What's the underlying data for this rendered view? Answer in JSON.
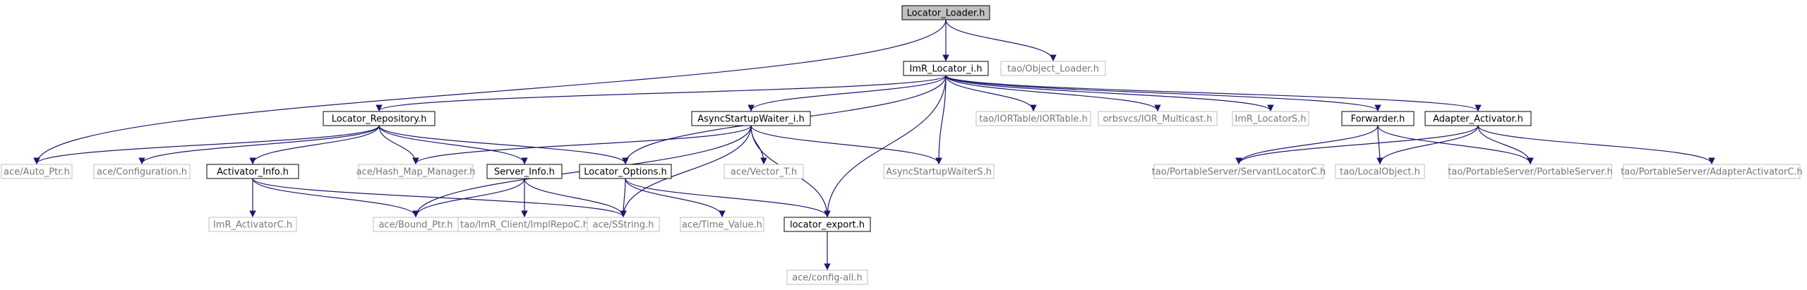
{
  "style": {
    "edge_color": "#191970",
    "root_fill": "#bfbfbf",
    "documented_stroke": "#000000",
    "documented_text": "#000000",
    "undocumented_stroke": "#bfbfbf",
    "undocumented_text": "#777777"
  },
  "nodes": [
    {
      "id": "locator_loader",
      "label": "Locator_Loader.h",
      "kind": "root"
    },
    {
      "id": "imr_locator_i",
      "label": "ImR_Locator_i.h",
      "kind": "documented"
    },
    {
      "id": "object_loader",
      "label": "tao/Object_Loader.h",
      "kind": "undocumented"
    },
    {
      "id": "locator_repository",
      "label": "Locator_Repository.h",
      "kind": "documented"
    },
    {
      "id": "async_startup_waiter_i",
      "label": "AsyncStartupWaiter_i.h",
      "kind": "documented"
    },
    {
      "id": "iortable",
      "label": "tao/IORTable/IORTable.h",
      "kind": "undocumented"
    },
    {
      "id": "ior_multicast",
      "label": "orbsvcs/IOR_Multicast.h",
      "kind": "undocumented"
    },
    {
      "id": "imr_locators",
      "label": "ImR_LocatorS.h",
      "kind": "undocumented"
    },
    {
      "id": "forwarder",
      "label": "Forwarder.h",
      "kind": "documented"
    },
    {
      "id": "adapter_activator",
      "label": "Adapter_Activator.h",
      "kind": "documented"
    },
    {
      "id": "auto_ptr",
      "label": "ace/Auto_Ptr.h",
      "kind": "undocumented"
    },
    {
      "id": "configuration",
      "label": "ace/Configuration.h",
      "kind": "undocumented"
    },
    {
      "id": "activator_info",
      "label": "Activator_Info.h",
      "kind": "documented"
    },
    {
      "id": "hash_map_manager",
      "label": "ace/Hash_Map_Manager.h",
      "kind": "undocumented"
    },
    {
      "id": "server_info",
      "label": "Server_Info.h",
      "kind": "documented"
    },
    {
      "id": "locator_options",
      "label": "Locator_Options.h",
      "kind": "documented"
    },
    {
      "id": "vector_t",
      "label": "ace/Vector_T.h",
      "kind": "undocumented"
    },
    {
      "id": "async_startup_waiters",
      "label": "AsyncStartupWaiterS.h",
      "kind": "undocumented"
    },
    {
      "id": "servant_locator_c",
      "label": "tao/PortableServer/ServantLocatorC.h",
      "kind": "undocumented"
    },
    {
      "id": "local_object",
      "label": "tao/LocalObject.h",
      "kind": "undocumented"
    },
    {
      "id": "portable_server",
      "label": "tao/PortableServer/PortableServer.h",
      "kind": "undocumented"
    },
    {
      "id": "adapter_activator_c",
      "label": "tao/PortableServer/AdapterActivatorC.h",
      "kind": "undocumented"
    },
    {
      "id": "imr_activator_c",
      "label": "ImR_ActivatorC.h",
      "kind": "undocumented"
    },
    {
      "id": "bound_ptr",
      "label": "ace/Bound_Ptr.h",
      "kind": "undocumented"
    },
    {
      "id": "imr_client_implrepo",
      "label": "tao/ImR_Client/ImplRepoC.h",
      "kind": "undocumented"
    },
    {
      "id": "sstring",
      "label": "ace/SString.h",
      "kind": "undocumented"
    },
    {
      "id": "time_value",
      "label": "ace/Time_Value.h",
      "kind": "undocumented"
    },
    {
      "id": "locator_export",
      "label": "locator_export.h",
      "kind": "documented"
    },
    {
      "id": "config_all",
      "label": "ace/config-all.h",
      "kind": "undocumented"
    }
  ],
  "edges": [
    [
      "locator_loader",
      "imr_locator_i"
    ],
    [
      "locator_loader",
      "object_loader"
    ],
    [
      "locator_loader",
      "auto_ptr"
    ],
    [
      "imr_locator_i",
      "locator_repository"
    ],
    [
      "imr_locator_i",
      "async_startup_waiter_i"
    ],
    [
      "imr_locator_i",
      "iortable"
    ],
    [
      "imr_locator_i",
      "ior_multicast"
    ],
    [
      "imr_locator_i",
      "imr_locators"
    ],
    [
      "imr_locator_i",
      "forwarder"
    ],
    [
      "imr_locator_i",
      "adapter_activator"
    ],
    [
      "imr_locator_i",
      "locator_options"
    ],
    [
      "imr_locator_i",
      "async_startup_waiters"
    ],
    [
      "imr_locator_i",
      "locator_export"
    ],
    [
      "locator_repository",
      "auto_ptr"
    ],
    [
      "locator_repository",
      "configuration"
    ],
    [
      "locator_repository",
      "activator_info"
    ],
    [
      "locator_repository",
      "hash_map_manager"
    ],
    [
      "locator_repository",
      "server_info"
    ],
    [
      "locator_repository",
      "locator_options"
    ],
    [
      "async_startup_waiter_i",
      "hash_map_manager"
    ],
    [
      "async_startup_waiter_i",
      "bound_ptr"
    ],
    [
      "async_startup_waiter_i",
      "vector_t"
    ],
    [
      "async_startup_waiter_i",
      "sstring"
    ],
    [
      "async_startup_waiter_i",
      "async_startup_waiters"
    ],
    [
      "async_startup_waiter_i",
      "locator_export"
    ],
    [
      "activator_info",
      "imr_activator_c"
    ],
    [
      "activator_info",
      "bound_ptr"
    ],
    [
      "activator_info",
      "sstring"
    ],
    [
      "server_info",
      "bound_ptr"
    ],
    [
      "server_info",
      "imr_client_implrepo"
    ],
    [
      "server_info",
      "sstring"
    ],
    [
      "locator_options",
      "sstring"
    ],
    [
      "locator_options",
      "time_value"
    ],
    [
      "locator_options",
      "locator_export"
    ],
    [
      "locator_export",
      "config_all"
    ],
    [
      "forwarder",
      "servant_locator_c"
    ],
    [
      "forwarder",
      "local_object"
    ],
    [
      "forwarder",
      "portable_server"
    ],
    [
      "adapter_activator",
      "servant_locator_c"
    ],
    [
      "adapter_activator",
      "local_object"
    ],
    [
      "adapter_activator",
      "portable_server"
    ],
    [
      "adapter_activator",
      "adapter_activator_c"
    ]
  ]
}
